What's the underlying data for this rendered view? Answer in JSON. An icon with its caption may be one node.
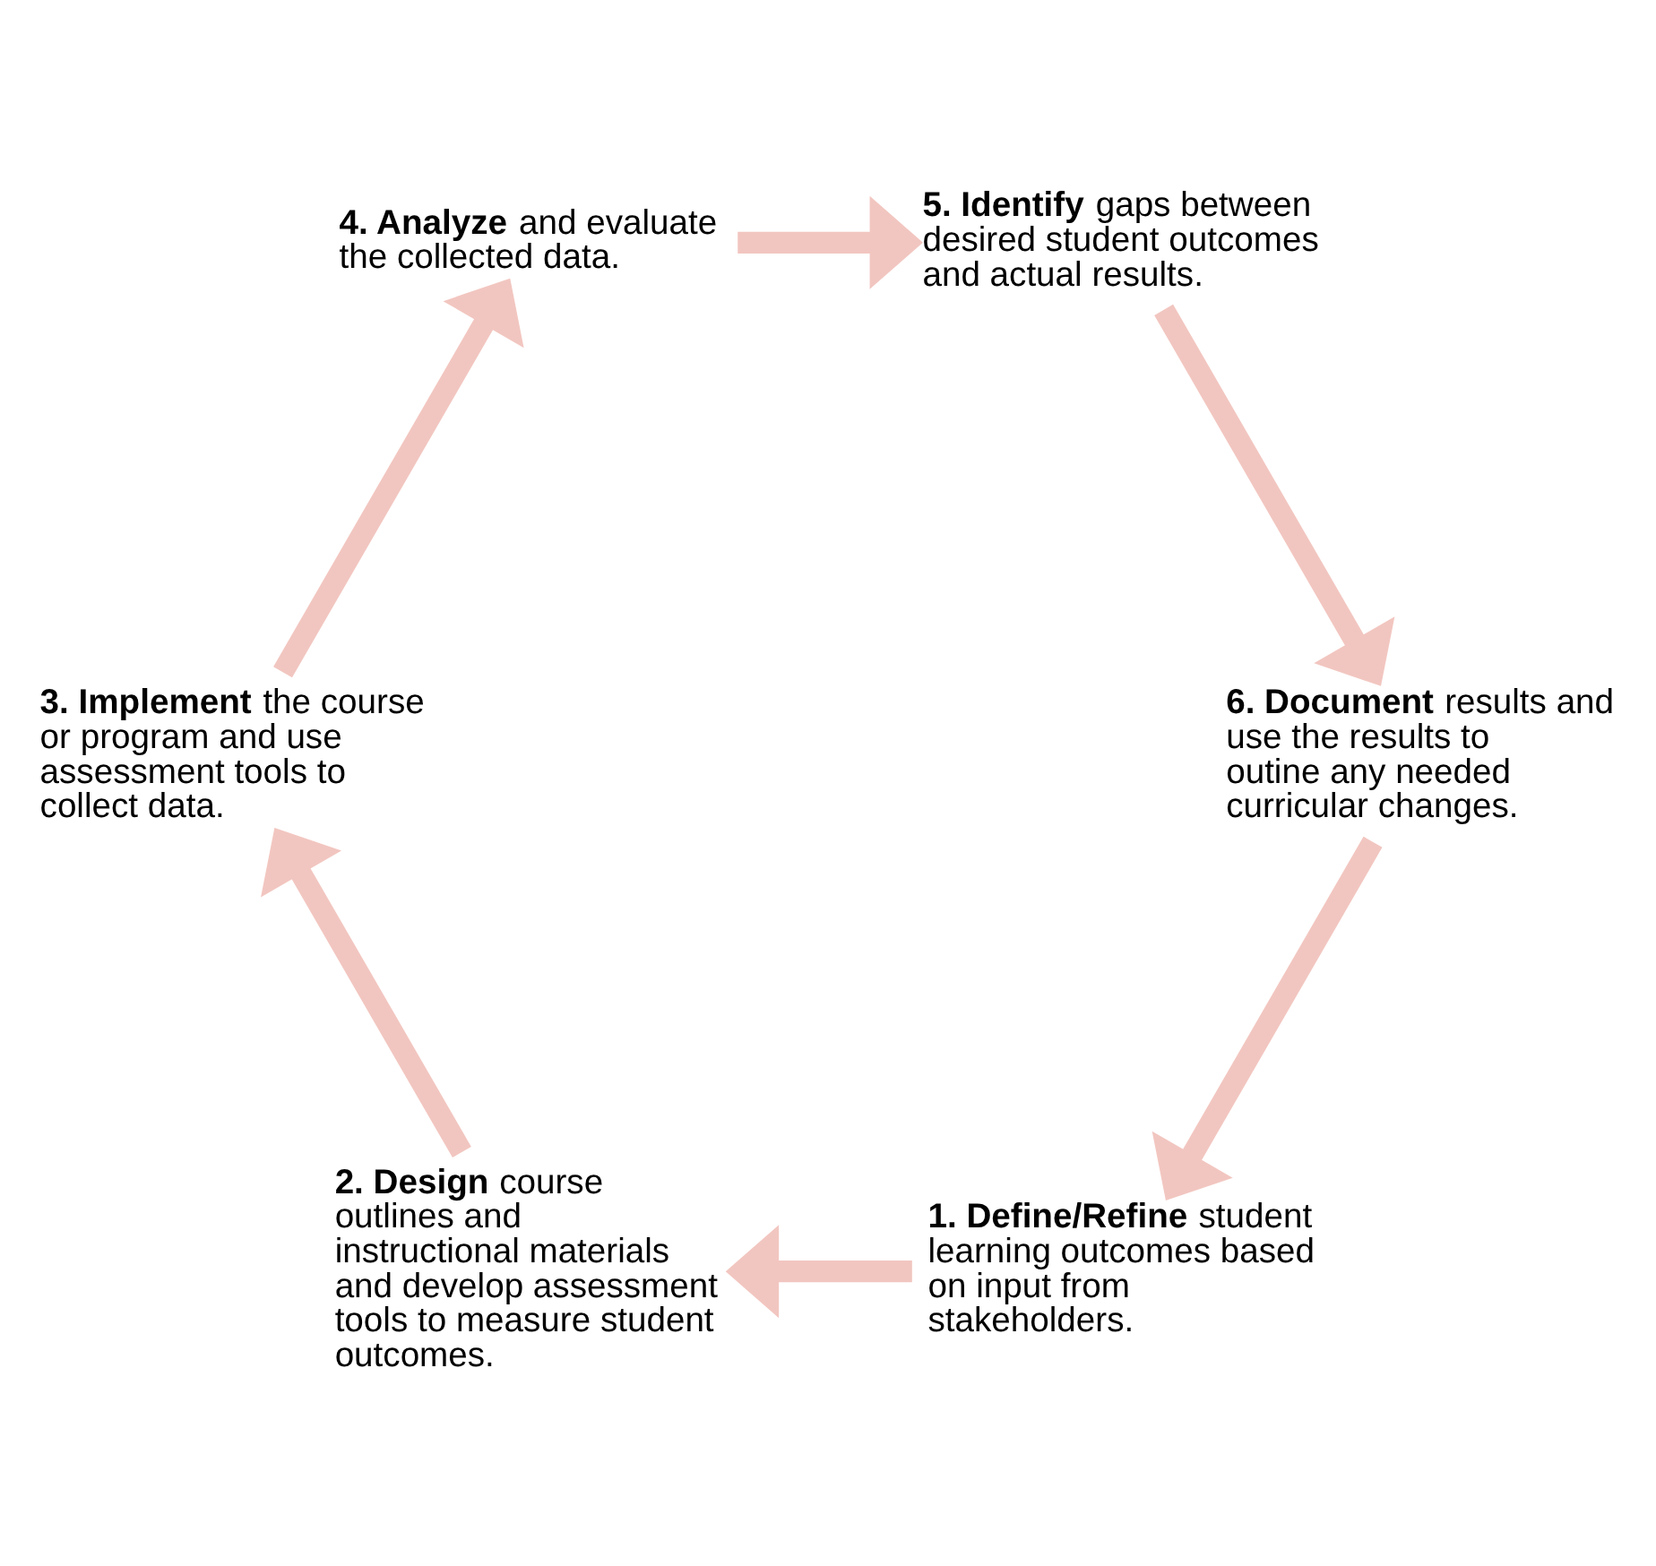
{
  "diagram": {
    "nodes": [
      {
        "text": [
          "**1. Define/Refine** student learning outcomes based on input from stakeholders."
        ]
      },
      {
        "text": [
          "**2. Design** course outlines and instructional materials and develop assessment tools to measure student outcomes."
        ]
      },
      {
        "text": [
          "**3. Implement** the course or program and use assessment tools to collect data."
        ]
      },
      {
        "text": [
          "**4. Analyze** and evaluate the collected data."
        ]
      },
      {
        "text": [
          "**5. Identify** gaps between desired student outcomes and actual results."
        ]
      },
      {
        "text": [
          "**6. Document** results and use the results to outine any needed curricular changes."
        ]
      }
    ],
    "edges": [
      {
        "from": 0,
        "to": 1,
        "arrow": "to"
      },
      {
        "from": 1,
        "to": 2,
        "arrow": "to"
      },
      {
        "from": 2,
        "to": 3,
        "arrow": "to"
      },
      {
        "from": 3,
        "to": 4,
        "arrow": "to"
      },
      {
        "from": 4,
        "to": 5,
        "arrow": "to"
      },
      {
        "from": 5,
        "to": 0,
        "arrow": "to"
      }
    ]
  }
}
